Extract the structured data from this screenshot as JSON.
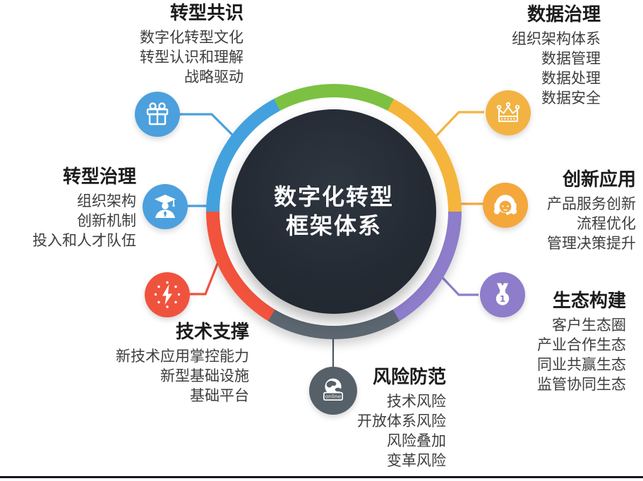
{
  "center": {
    "line1": "数字化转型",
    "line2": "框架体系"
  },
  "sections": [
    {
      "id": "transformation-consensus",
      "title": "转型共识",
      "items": [
        "数字化转型文化",
        "转型认识和理解",
        "战略驱动"
      ],
      "color": "#4ba0dd",
      "icon": "gift-icon"
    },
    {
      "id": "data-governance",
      "title": "数据治理",
      "items": [
        "组织架构体系",
        "数据管理",
        "数据处理",
        "数据安全"
      ],
      "color": "#f2b343",
      "icon": "crown-icon"
    },
    {
      "id": "transformation-governance",
      "title": "转型治理",
      "items": [
        "组织架构",
        "创新机制",
        "投入和人才队伍"
      ],
      "color": "#4ba0dd",
      "icon": "graduate-icon"
    },
    {
      "id": "innovation-application",
      "title": "创新应用",
      "items": [
        "产品服务创新",
        "流程优化",
        "管理决策提升"
      ],
      "color": "#f4a73b",
      "icon": "headset-icon"
    },
    {
      "id": "technology-support",
      "title": "技术支撑",
      "items": [
        "新技术应用掌控能力",
        "新型基础设施",
        "基础平台"
      ],
      "color": "#f0533d",
      "icon": "spark-icon"
    },
    {
      "id": "ecosystem-building",
      "title": "生态构建",
      "items": [
        "客户生态圈",
        "产业合作生态",
        "同业共赢生态",
        "监管协同生态"
      ],
      "color": "#8d7dca",
      "icon": "medal-icon",
      "medal_number": "1"
    },
    {
      "id": "risk-prevention",
      "title": "风险防范",
      "items": [
        "技术风险",
        "开放体系风险",
        "风险叠加",
        "变革风险"
      ],
      "color": "#566069",
      "icon": "globe-icon",
      "badge": "online"
    }
  ],
  "ring": {
    "start_angle": -28,
    "segments": [
      {
        "name": "consensus-green",
        "color": "#7cc142",
        "sweep": 56
      },
      {
        "name": "data-yellow",
        "color": "#f5b53c",
        "sweep": 62
      },
      {
        "name": "ecosystem-purple",
        "color": "#8d7dca",
        "sweep": 59
      },
      {
        "name": "risk-slate",
        "color": "#5b6670",
        "sweep": 62
      },
      {
        "name": "technology-red",
        "color": "#f2533d",
        "sweep": 59
      },
      {
        "name": "governance-blue",
        "color": "#43a1de",
        "sweep": 62
      }
    ]
  }
}
